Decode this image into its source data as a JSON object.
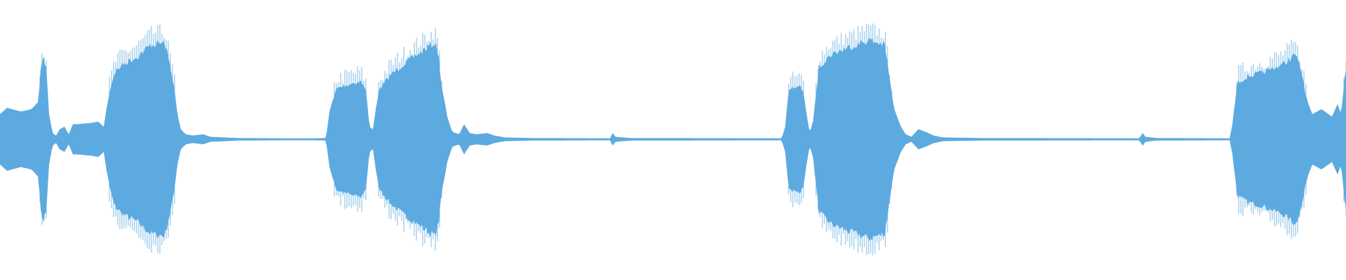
{
  "waveform": {
    "color": "#5DAAE0",
    "background": "#FFFFFF",
    "envelope": [
      [
        0,
        0.2
      ],
      [
        10,
        0.25
      ],
      [
        30,
        0.22
      ],
      [
        45,
        0.24
      ],
      [
        55,
        0.3
      ],
      [
        58,
        0.6
      ],
      [
        62,
        0.66
      ],
      [
        66,
        0.6
      ],
      [
        70,
        0.2
      ],
      [
        75,
        0.05
      ],
      [
        80,
        0.03
      ],
      [
        85,
        0.08
      ],
      [
        92,
        0.1
      ],
      [
        98,
        0.04
      ],
      [
        104,
        0.12
      ],
      [
        110,
        0.12
      ],
      [
        130,
        0.13
      ],
      [
        140,
        0.14
      ],
      [
        148,
        0.1
      ],
      [
        155,
        0.36
      ],
      [
        163,
        0.55
      ],
      [
        175,
        0.62
      ],
      [
        195,
        0.68
      ],
      [
        215,
        0.78
      ],
      [
        235,
        0.8
      ],
      [
        243,
        0.6
      ],
      [
        248,
        0.45
      ],
      [
        253,
        0.2
      ],
      [
        258,
        0.08
      ],
      [
        265,
        0.04
      ],
      [
        275,
        0.03
      ],
      [
        290,
        0.04
      ],
      [
        300,
        0.02
      ],
      [
        320,
        0.015
      ],
      [
        340,
        0.01
      ],
      [
        400,
        0.008
      ],
      [
        450,
        0.008
      ],
      [
        465,
        0.01
      ],
      [
        470,
        0.22
      ],
      [
        480,
        0.42
      ],
      [
        500,
        0.46
      ],
      [
        515,
        0.48
      ],
      [
        522,
        0.4
      ],
      [
        527,
        0.1
      ],
      [
        532,
        0.08
      ],
      [
        540,
        0.4
      ],
      [
        555,
        0.52
      ],
      [
        575,
        0.62
      ],
      [
        595,
        0.7
      ],
      [
        620,
        0.8
      ],
      [
        625,
        0.72
      ],
      [
        630,
        0.45
      ],
      [
        638,
        0.18
      ],
      [
        645,
        0.06
      ],
      [
        655,
        0.04
      ],
      [
        662,
        0.12
      ],
      [
        670,
        0.05
      ],
      [
        680,
        0.04
      ],
      [
        695,
        0.05
      ],
      [
        705,
        0.03
      ],
      [
        720,
        0.015
      ],
      [
        760,
        0.01
      ],
      [
        870,
        0.008
      ],
      [
        874,
        0.05
      ],
      [
        878,
        0.02
      ],
      [
        900,
        0.01
      ],
      [
        1115,
        0.008
      ],
      [
        1120,
        0.1
      ],
      [
        1125,
        0.4
      ],
      [
        1135,
        0.44
      ],
      [
        1145,
        0.42
      ],
      [
        1150,
        0.22
      ],
      [
        1155,
        0.05
      ],
      [
        1160,
        0.15
      ],
      [
        1168,
        0.6
      ],
      [
        1185,
        0.7
      ],
      [
        1210,
        0.76
      ],
      [
        1240,
        0.82
      ],
      [
        1262,
        0.78
      ],
      [
        1268,
        0.55
      ],
      [
        1275,
        0.25
      ],
      [
        1285,
        0.1
      ],
      [
        1292,
        0.04
      ],
      [
        1300,
        0.02
      ],
      [
        1310,
        0.08
      ],
      [
        1320,
        0.06
      ],
      [
        1332,
        0.03
      ],
      [
        1345,
        0.015
      ],
      [
        1400,
        0.01
      ],
      [
        1625,
        0.008
      ],
      [
        1630,
        0.05
      ],
      [
        1634,
        0.02
      ],
      [
        1650,
        0.01
      ],
      [
        1750,
        0.008
      ],
      [
        1754,
        0.008
      ],
      [
        1758,
        0.12
      ],
      [
        1765,
        0.47
      ],
      [
        1780,
        0.52
      ],
      [
        1800,
        0.55
      ],
      [
        1830,
        0.62
      ],
      [
        1848,
        0.7
      ],
      [
        1857,
        0.55
      ],
      [
        1865,
        0.3
      ],
      [
        1872,
        0.2
      ],
      [
        1885,
        0.24
      ],
      [
        1900,
        0.18
      ],
      [
        1908,
        0.28
      ],
      [
        1913,
        0.2
      ],
      [
        1918,
        0.5
      ],
      [
        1920,
        0.55
      ]
    ]
  }
}
